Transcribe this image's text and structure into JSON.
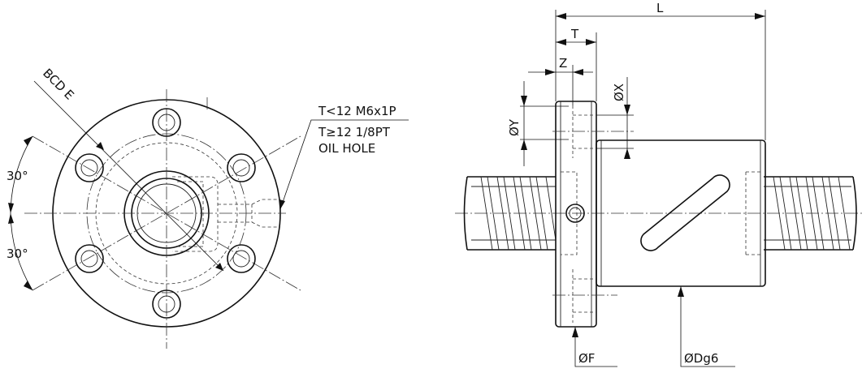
{
  "labels": {
    "bcd": "BCD E",
    "angle_top": "30°",
    "angle_bottom": "30°",
    "oil_line1": "T<12 M6x1P",
    "oil_line2": "T≥12 1/8PT",
    "oil_line3": "OIL HOLE",
    "length": "L",
    "flange_thickness": "T",
    "z_dim": "Z",
    "hole_dia_y": "ØY",
    "hole_dia_x": "ØX",
    "flange_dia": "ØF",
    "nut_dia": "ØDg6"
  },
  "colors": {
    "line": "#111111",
    "background": "#ffffff"
  }
}
